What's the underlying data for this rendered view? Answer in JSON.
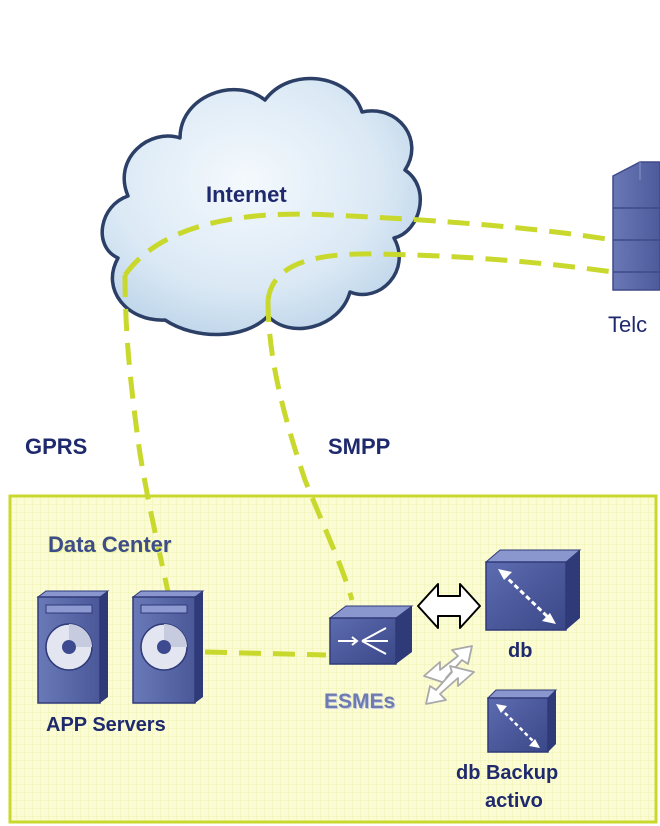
{
  "labels": {
    "internet": "Internet",
    "telco": "Telc",
    "gprs": "GPRS",
    "smpp": "SMPP",
    "data_center": "Data Center",
    "app_servers": "APP Servers",
    "esmes": "ESMEs",
    "db": "db",
    "db_backup_line1": "db Backup",
    "db_backup_line2": "activo"
  },
  "colors": {
    "link_dashed": "#c9d82c",
    "datacenter_fill": "#fbfcd4",
    "datacenter_border": "#c9d82c",
    "cloud_fill": "#dbe9f5",
    "device_blue": "#3d4a8f",
    "text_navy": "#1f2a6e"
  }
}
